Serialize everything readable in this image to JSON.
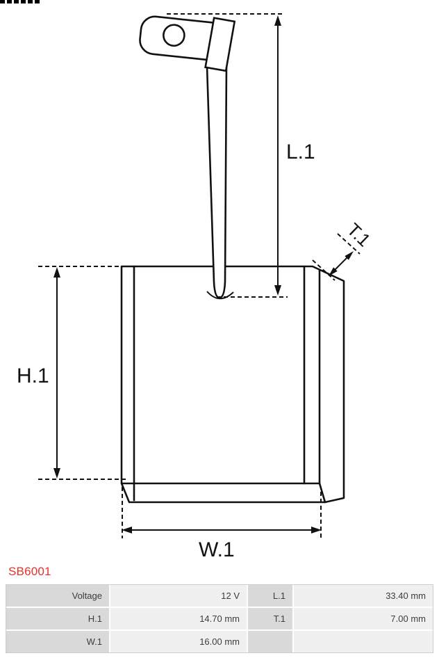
{
  "part_number": "SB6001",
  "drawing": {
    "labels": {
      "l1": "L.1",
      "h1": "H.1",
      "w1": "W.1",
      "t1": "T.1"
    }
  },
  "table": {
    "rows": [
      {
        "c1": "Voltage",
        "c2": "12 V",
        "c3": "L.1",
        "c4": "33.40 mm"
      },
      {
        "c1": "H.1",
        "c2": "14.70 mm",
        "c3": "T.1",
        "c4": "7.00 mm"
      },
      {
        "c1": "W.1",
        "c2": "16.00 mm",
        "c3": "",
        "c4": ""
      }
    ]
  },
  "colors": {
    "part_number_red": "#e8312a",
    "table_label_bg": "#d9d9d9",
    "table_value_bg": "#f0f0f0",
    "line_color": "#111111"
  }
}
